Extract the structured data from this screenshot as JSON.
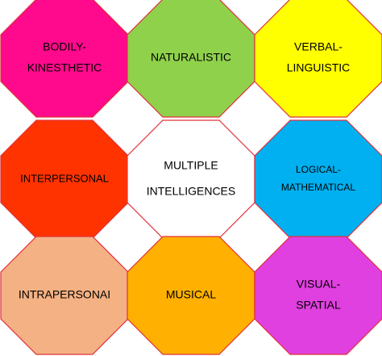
{
  "cells": [
    {
      "id": "bodily-kinesthetic",
      "lines": [
        "BODILY-",
        "KINESTHETIC"
      ],
      "color": "#ff0a8c"
    },
    {
      "id": "naturalistic",
      "lines": [
        "NATURALISTIC"
      ],
      "color": "#8fd14b"
    },
    {
      "id": "verbal-linguistic",
      "lines": [
        "VERBAL-",
        "LINGUISTIC"
      ],
      "color": "#ffff00"
    },
    {
      "id": "interpersonal",
      "lines": [
        "INTERPERSONAL"
      ],
      "color": "#ff3300"
    },
    {
      "id": "multiple-intelligences",
      "lines": [
        "MULTIPLE",
        "INTELLIGENCES"
      ],
      "color": "#ffffff"
    },
    {
      "id": "logical-mathematical",
      "lines": [
        "LOGICAL-",
        "MATHEMATICAL"
      ],
      "color": "#00b0f0"
    },
    {
      "id": "intrapersonal",
      "lines": [
        "INTRAPERSONAI"
      ],
      "color": "#f4b183"
    },
    {
      "id": "musical",
      "lines": [
        "MUSICAL"
      ],
      "color": "#ffb000"
    },
    {
      "id": "visual-spatial",
      "lines": [
        "VISUAL-",
        "SPATIAL"
      ],
      "color": "#e040e0"
    }
  ],
  "border_color": "#e0303a"
}
